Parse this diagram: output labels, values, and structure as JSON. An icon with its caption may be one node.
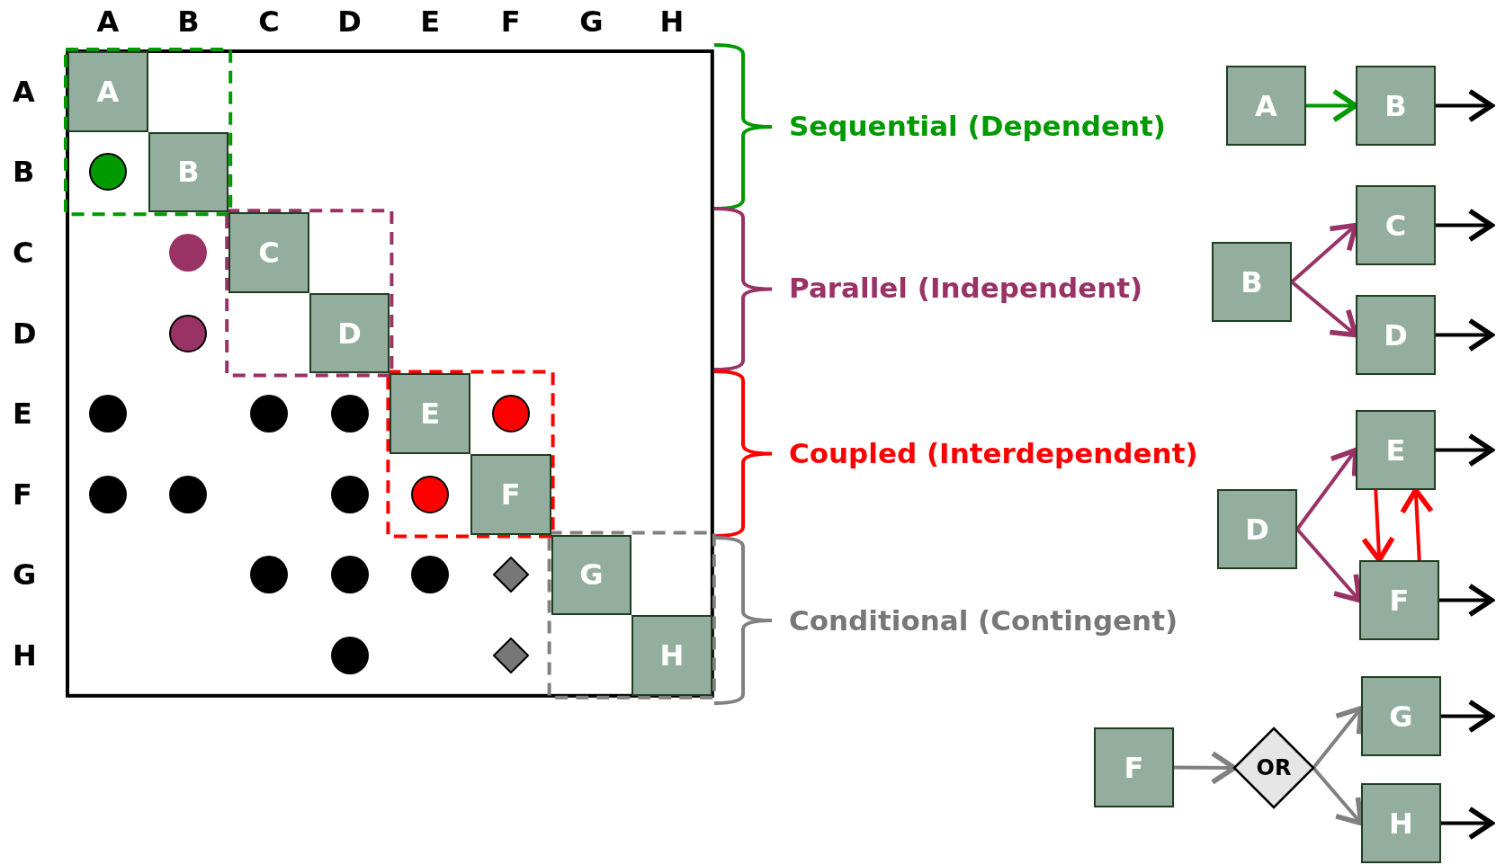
{
  "diagram": {
    "nodes": [
      {
        "text": [
          "A"
        ]
      },
      {
        "text": [
          "B"
        ]
      },
      {
        "text": [
          "C"
        ]
      },
      {
        "text": [
          "D"
        ]
      },
      {
        "text": [
          "E"
        ]
      },
      {
        "text": [
          "F"
        ]
      },
      {
        "text": [
          "G"
        ]
      },
      {
        "text": [
          "H"
        ]
      },
      {
        "text": [],
        "shape": "circle"
      },
      {
        "text": [],
        "shape": "circle"
      },
      {
        "text": [],
        "shape": "circle"
      },
      {
        "text": [],
        "shape": "circle"
      },
      {
        "text": [],
        "shape": "circle"
      },
      {
        "text": [],
        "shape": "circle"
      },
      {
        "text": [],
        "shape": "circle"
      },
      {
        "text": [],
        "shape": "circle"
      },
      {
        "text": [],
        "shape": "circle"
      },
      {
        "text": [],
        "shape": "circle"
      },
      {
        "text": [],
        "shape": "circle"
      },
      {
        "text": [],
        "shape": "circle"
      },
      {
        "text": [],
        "shape": "circle"
      },
      {
        "text": [],
        "shape": "circle"
      },
      {
        "text": [],
        "shape": "diamond"
      },
      {
        "text": [],
        "shape": "circle"
      },
      {
        "text": [],
        "shape": "diamond"
      },
      {
        "text": [
          "A"
        ]
      },
      {
        "text": [
          "B"
        ]
      },
      {
        "text": [
          "B"
        ]
      },
      {
        "text": [
          "C"
        ]
      },
      {
        "text": [
          "D"
        ]
      },
      {
        "text": [
          "D"
        ]
      },
      {
        "text": [
          "E"
        ]
      },
      {
        "text": [
          "F"
        ]
      },
      {
        "text": [
          "F"
        ]
      },
      {
        "text": [
          "OR"
        ]
      },
      {
        "text": [
          "G"
        ]
      },
      {
        "text": [
          "H"
        ]
      }
    ],
    "edges": [
      {
        "from": 25,
        "to": 26,
        "arrow": "to",
        "color": "#009900"
      },
      {
        "from": 26,
        "to": null,
        "arrow": "to"
      },
      {
        "from": 27,
        "to": 28,
        "arrow": "to",
        "color": "#993366"
      },
      {
        "from": 27,
        "to": 29,
        "arrow": "to",
        "color": "#993366"
      },
      {
        "from": 28,
        "to": null,
        "arrow": "to"
      },
      {
        "from": 29,
        "to": null,
        "arrow": "to"
      },
      {
        "from": 30,
        "to": 31,
        "arrow": "to",
        "color": "#993366"
      },
      {
        "from": 30,
        "to": 32,
        "arrow": "to",
        "color": "#993366"
      },
      {
        "from": 31,
        "to": 32,
        "arrow": "to",
        "color": "#ff0000"
      },
      {
        "from": 32,
        "to": 31,
        "arrow": "to",
        "color": "#ff0000"
      },
      {
        "from": 31,
        "to": null,
        "arrow": "to"
      },
      {
        "from": 32,
        "to": null,
        "arrow": "to"
      },
      {
        "from": 33,
        "to": 34,
        "arrow": "to",
        "color": "#808080"
      },
      {
        "from": 34,
        "to": 35,
        "arrow": "to",
        "color": "#808080"
      },
      {
        "from": 34,
        "to": 36,
        "arrow": "to",
        "color": "#808080"
      },
      {
        "from": 35,
        "to": null,
        "arrow": "to"
      },
      {
        "from": 36,
        "to": null,
        "arrow": "to"
      }
    ],
    "labels": [
      "A",
      "B",
      "C",
      "D",
      "E",
      "F",
      "G",
      "H",
      "A",
      "B",
      "C",
      "D",
      "E",
      "F",
      "G",
      "H",
      "Sequential (Dependent)",
      "Parallel (Independent)",
      "Coupled (Interdependent)",
      "Conditional (Contingent)"
    ]
  }
}
